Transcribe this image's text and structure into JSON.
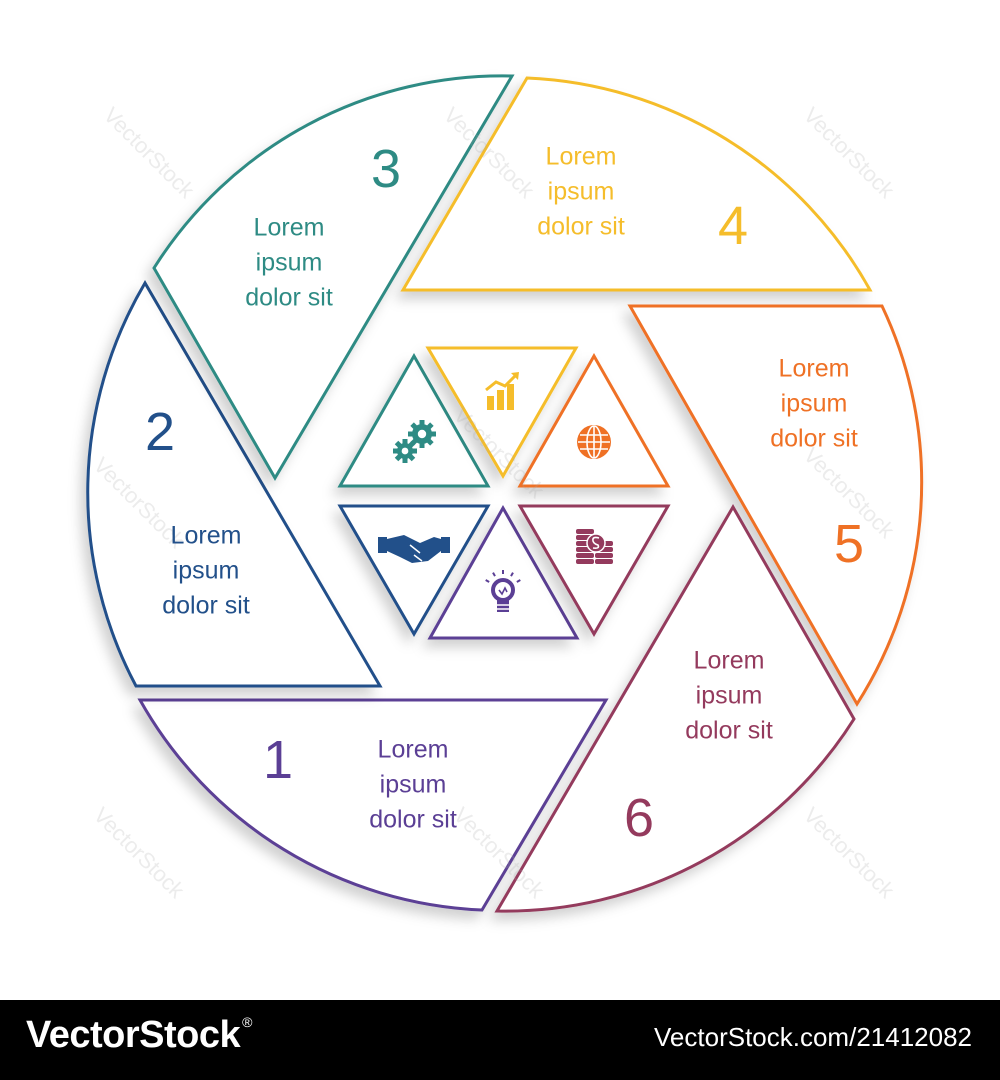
{
  "segments": [
    {
      "number": "1",
      "text": "Lorem\nipsum\ndolor sit",
      "color": "#5b3f95"
    },
    {
      "number": "2",
      "text": "Lorem\nipsum\ndolor sit",
      "color": "#22508a"
    },
    {
      "number": "3",
      "text": "Lorem\nipsum\ndolor sit",
      "color": "#2e8b84"
    },
    {
      "number": "4",
      "text": "Lorem\nipsum\ndolor sit",
      "color": "#f5bd2b"
    },
    {
      "number": "5",
      "text": "Lorem\nipsum\ndolor sit",
      "color": "#ef7125"
    },
    {
      "number": "6",
      "text": "Lorem\nipsum\ndolor sit",
      "color": "#943a5d"
    }
  ],
  "center_icons": [
    {
      "icon": "gears-icon",
      "color": "#2e8b84"
    },
    {
      "icon": "growth-chart-icon",
      "color": "#f5bd2b"
    },
    {
      "icon": "globe-icon",
      "color": "#ef7125"
    },
    {
      "icon": "handshake-icon",
      "color": "#22508a"
    },
    {
      "icon": "lightbulb-icon",
      "color": "#5b3f95"
    },
    {
      "icon": "coins-icon",
      "color": "#943a5d"
    }
  ],
  "watermark": "VectorStock",
  "footer": {
    "brand": "VectorStock",
    "registered": "®",
    "image_id": "VectorStock.com/21412082"
  }
}
